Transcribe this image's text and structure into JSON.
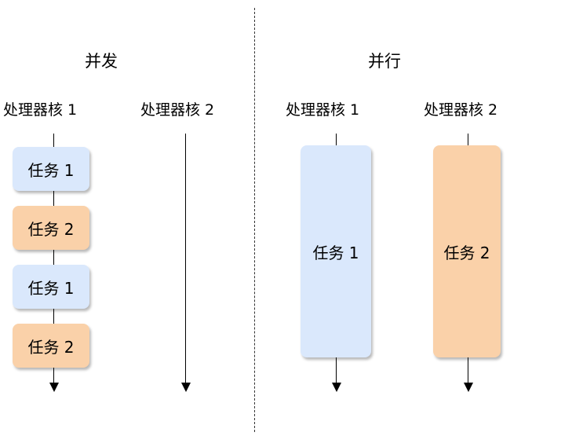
{
  "left_panel": {
    "title": "并发",
    "cores": [
      "处理器核 1",
      "处理器核 2"
    ],
    "tasks": [
      "任务 1",
      "任务 2",
      "任务 1",
      "任务 2"
    ]
  },
  "right_panel": {
    "title": "并行",
    "cores": [
      "处理器核 1",
      "处理器核 2"
    ],
    "tasks": [
      "任务 1",
      "任务 2"
    ]
  },
  "colors": {
    "task1_fill": "#dae8fc",
    "task2_fill": "#fad1a9",
    "line": "#000000"
  }
}
